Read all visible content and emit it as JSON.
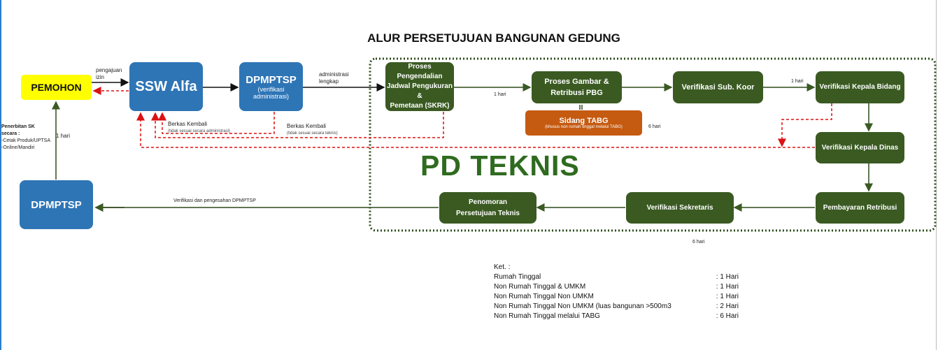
{
  "title": "ALUR PERSETUJUAN BANGUNAN GEDUNG",
  "section_label": "PD TEKNIS",
  "nodes": {
    "pemohon": "PEMOHON",
    "ssw": "SSW Alfa",
    "dpmptsp_verif": {
      "title": "DPMPTSP",
      "sub1": "(verifikasi",
      "sub2": "administrasi)"
    },
    "dpmptsp_bottom": "DPMPTSP",
    "skrk": [
      "Proses Pengendalian",
      "Jadwal Pengukuran &",
      "Pemetaan (SKRK)"
    ],
    "gambar": [
      "Proses Gambar &",
      "Retribusi PBG"
    ],
    "sidang": {
      "title": "Sidang TABG",
      "sub": "(khusus non rumah tinggal melalui TABG)"
    },
    "subkoor": "Verifikasi Sub. Koor",
    "kabid": "Verifikasi Kepala Bidang",
    "kadis": "Verifikasi Kepala Dinas",
    "bayar": "Pembayaran Retribusi",
    "sekretaris": "Verifikasi Sekretaris",
    "penomoran": [
      "Penomoran",
      "Persetujuan Teknis"
    ]
  },
  "labels": {
    "pengajuan": [
      "pengajuan",
      "izin"
    ],
    "adm_lengkap": [
      "administrasi",
      "lengkap"
    ],
    "berkas1": "Berkas Kembali",
    "berkas1_sub": "(tidak sesuai secara administrasi)",
    "berkas2": "Berkas Kembali",
    "berkas2_sub": "(tidak sesuai secara teknis)",
    "penerbitan": [
      "Penerbitan SK",
      "secara :",
      "-Cetak Produk/UPTSA",
      "-Online/Mandiri"
    ],
    "hari1": "1 hari",
    "hari_skrk": "1 hari",
    "hari_subkoor": "1 hari",
    "hari_sidang": "6 hari",
    "hari_bottom": "6 hari",
    "verif_pengesahan": "Verifikasi dan pengesahan DPMPTSP"
  },
  "legend": {
    "heading": "Ket. :",
    "rows": [
      {
        "label": "Rumah Tinggal",
        "value": ": 1 Hari"
      },
      {
        "label": "Non Rumah Tinggal & UMKM",
        "value": ": 1 Hari"
      },
      {
        "label": "Non Rumah Tinggal Non UMKM",
        "value": ": 1 Hari"
      },
      {
        "label": "Non Rumah Tinggal Non UMKM (luas bangunan >500m3",
        "value": ": 2 Hari"
      },
      {
        "label": "Non Rumah Tinggal melalui TABG",
        "value": ": 6 Hari"
      }
    ]
  }
}
